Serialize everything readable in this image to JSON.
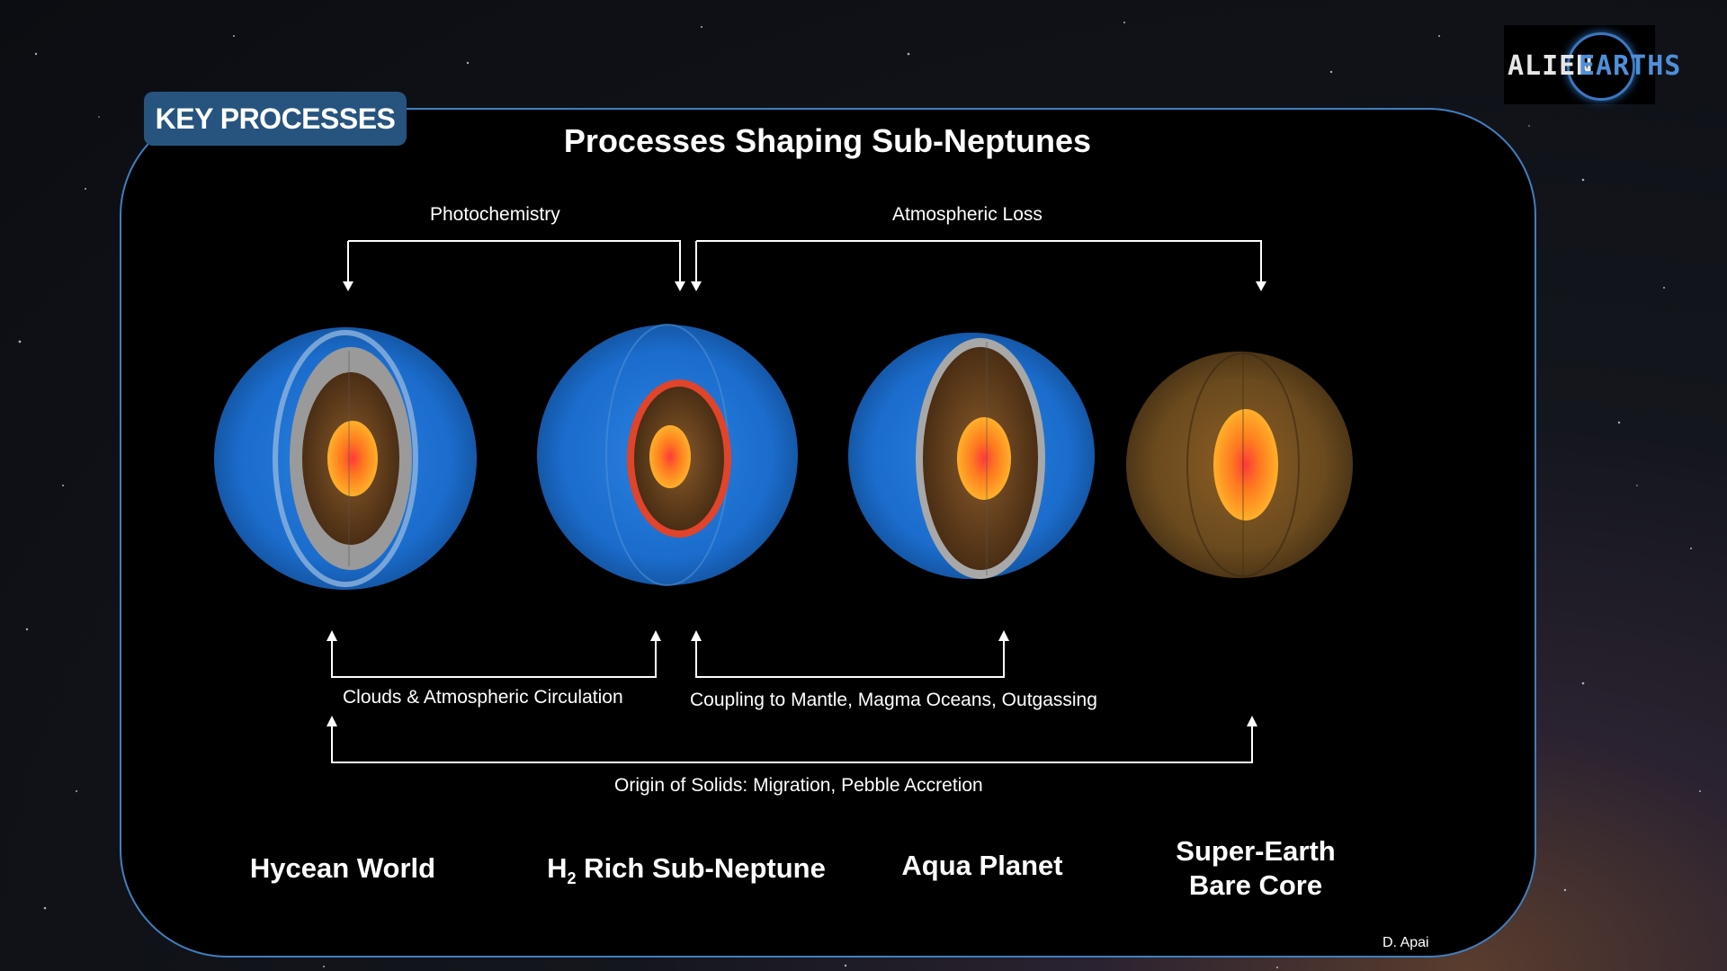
{
  "badge": "KEY PROCESSES",
  "title": "Processes Shaping Sub-Neptunes",
  "logo": {
    "word1": "ALIEN",
    "word2": "EARTHS"
  },
  "processes": {
    "photochemistry": "Photochemistry",
    "atmospheric_loss": "Atmospheric Loss",
    "clouds": "Clouds & Atmospheric Circulation",
    "coupling": "Coupling to Mantle, Magma Oceans, Outgassing",
    "origin": "Origin of Solids: Migration, Pebble Accretion"
  },
  "planets": {
    "hycean": "Hycean World",
    "h2_prefix": "H",
    "h2_sub": "2",
    "h2_rest": " Rich Sub-Neptune",
    "aqua": "Aqua Planet",
    "super_earth_line1": "Super-Earth",
    "super_earth_line2": "Bare Core"
  },
  "credit": "D. Apai",
  "colors": {
    "accent": "#3f7fc0",
    "badge": "#26547f",
    "ocean": "#1c6fd0",
    "magma_rim": "#e0442a"
  }
}
